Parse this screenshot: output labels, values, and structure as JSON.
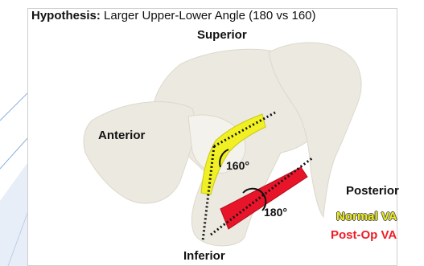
{
  "title": {
    "prefix": "Hypothesis:",
    "text": "Larger Upper-Lower Angle (180 vs 160)"
  },
  "labels": {
    "superior": "Superior",
    "inferior": "Inferior",
    "anterior": "Anterior",
    "posterior": "Posterior"
  },
  "angles": {
    "normal": "160°",
    "postop": "180°"
  },
  "legend": {
    "normal": "Normal VA",
    "postop": "Post-Op VA"
  },
  "colors": {
    "normal": "#f0f024",
    "postop": "#e8142a",
    "bone": "#ece9e0",
    "slide_accent": "#3c6aa8"
  }
}
